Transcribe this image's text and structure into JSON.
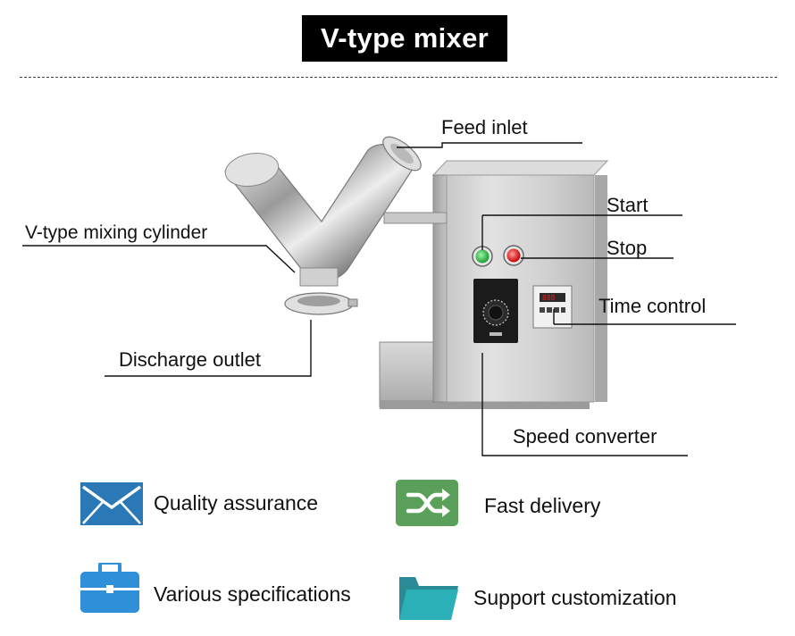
{
  "title": "V-type mixer",
  "callouts": {
    "feed_inlet": "Feed inlet",
    "start": "Start",
    "stop": "Stop",
    "mixing_cylinder": "V-type mixing cylinder",
    "time_control": "Time control",
    "discharge_outlet": "Discharge outlet",
    "speed_converter": "Speed converter"
  },
  "features": {
    "quality": "Quality assurance",
    "delivery": "Fast delivery",
    "specs": "Various specifications",
    "custom": "Support customization"
  },
  "colors": {
    "mail_icon": "#2a78b5",
    "delivery_icon": "#5aa05a",
    "briefcase_icon": "#2f8fd8",
    "folder_icon": "#2aa0a8",
    "start_button": "#2fc24a",
    "stop_button": "#e02020",
    "timer_digits": "#e02020"
  },
  "icons": {
    "quality": "envelope-icon",
    "delivery": "shuffle-icon",
    "specs": "briefcase-icon",
    "custom": "folder-icon"
  }
}
